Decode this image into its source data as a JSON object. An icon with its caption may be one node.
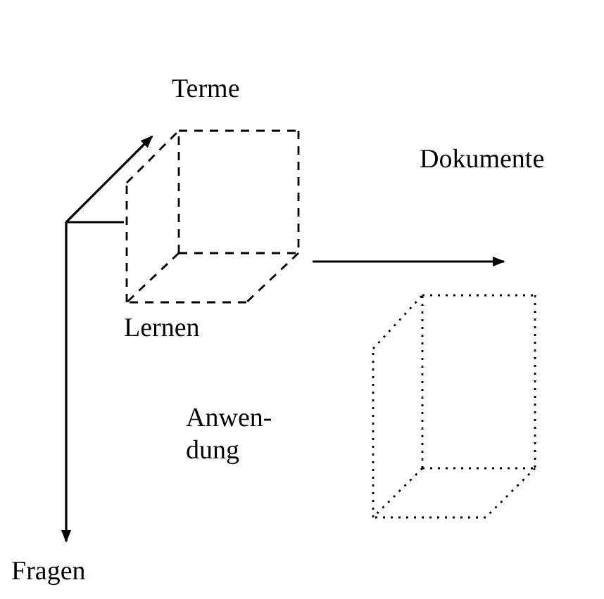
{
  "diagram": {
    "nodes": [
      {
        "text": [
          "Lernen"
        ]
      },
      {
        "text": [
          "Anwen- dung"
        ]
      }
    ],
    "labels": [
      "Terme",
      "Dokumente",
      "Fragen"
    ]
  }
}
